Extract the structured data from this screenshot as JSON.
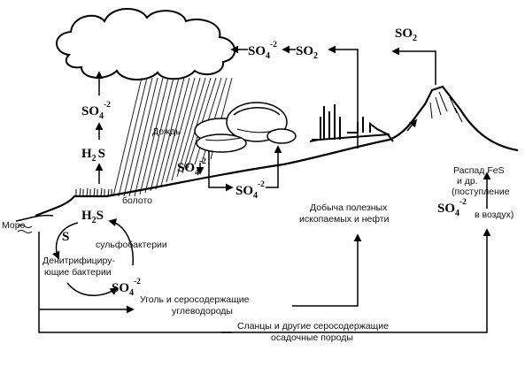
{
  "formulas": {
    "so4_main": "SO",
    "so4_sub": "4",
    "so4_sup": "-2",
    "so2_main": "SO",
    "so2_sub": "2",
    "h2s_main": "H",
    "h2s_sub": "2",
    "h2s_s": "S",
    "s": "S"
  },
  "labels": {
    "rain": "Дождь",
    "swamp": "болото",
    "sea": "Море",
    "sulfobacteria": "сульфобактерии",
    "denitrifying_1": "Денитрифициру-",
    "denitrifying_2": "ющие бактерии",
    "coal_1": "Уголь и серосодержащие",
    "coal_2": "углеводороды",
    "shale_1": "Сланцы и другие серосодержащие",
    "shale_2": "осадочные породы",
    "mining_1": "Добыча полезных",
    "mining_2": "ископаемых и нефти",
    "fes_1": "Распад FeS",
    "fes_2": "и др.",
    "fes_3": "(поступление",
    "fes_4": "в воздух)"
  }
}
